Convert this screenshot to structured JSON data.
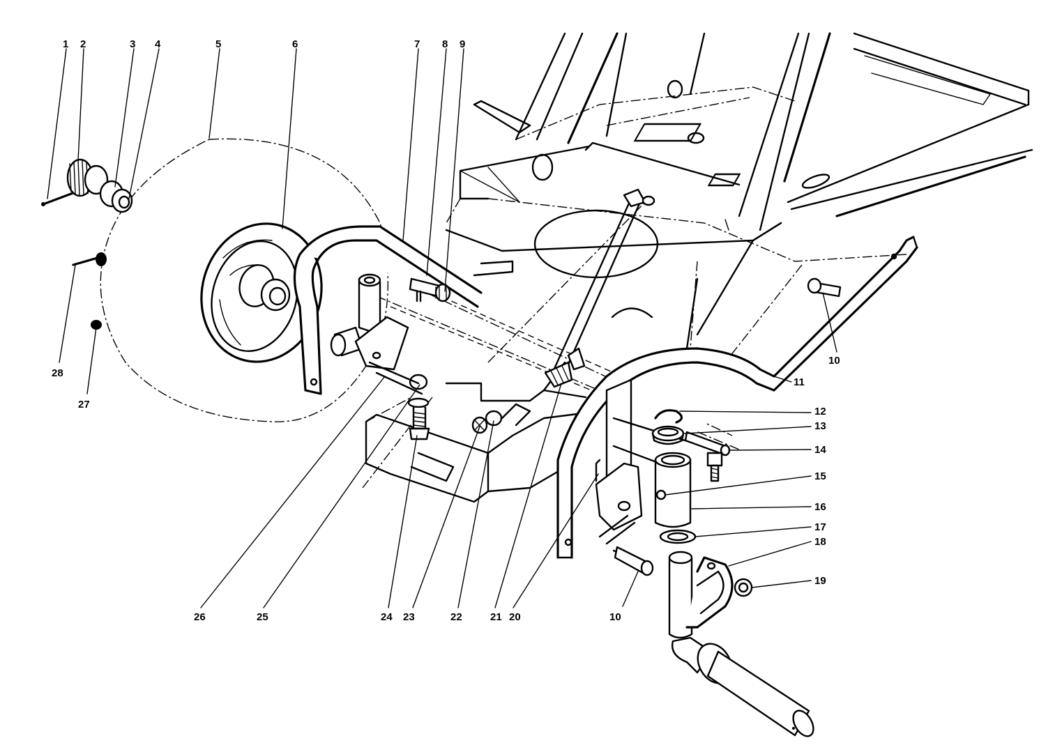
{
  "labels": [
    "1",
    "2",
    "3",
    "4",
    "5",
    "6",
    "7",
    "8",
    "9",
    "10",
    "11",
    "12",
    "13",
    "14",
    "15",
    "16",
    "17",
    "18",
    "19",
    "10",
    "20",
    "21",
    "22",
    "23",
    "24",
    "25",
    "26",
    "27",
    "28"
  ],
  "colors": {
    "ink": "#000000",
    "paper": "#ffffff"
  }
}
